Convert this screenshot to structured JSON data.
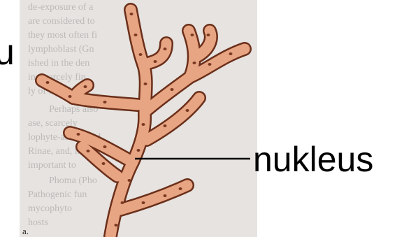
{
  "labels": {
    "main_label": "nukleus",
    "partial_left": "u",
    "panel_letter": "a."
  },
  "background_text_lines": [
    "de-exposure of a",
    "are considered to",
    "they most often fi",
    "lymphoblast (Gn",
    "ished in the den",
    "in, scarcely fin",
    "ly of the sponge",
    "Perhaps also",
    "ase, scarcely",
    "lophyte-associated",
    "Rinae, and, in",
    "important to",
    "Phoma (Pho",
    "Pathogenic fun",
    "mycophyto",
    "hosts"
  ],
  "colors": {
    "hypha_fill": "#e8a583",
    "hypha_stroke": "#6b2f1a",
    "nucleus": "#7a3a22",
    "paper": "#e6e3e0"
  }
}
